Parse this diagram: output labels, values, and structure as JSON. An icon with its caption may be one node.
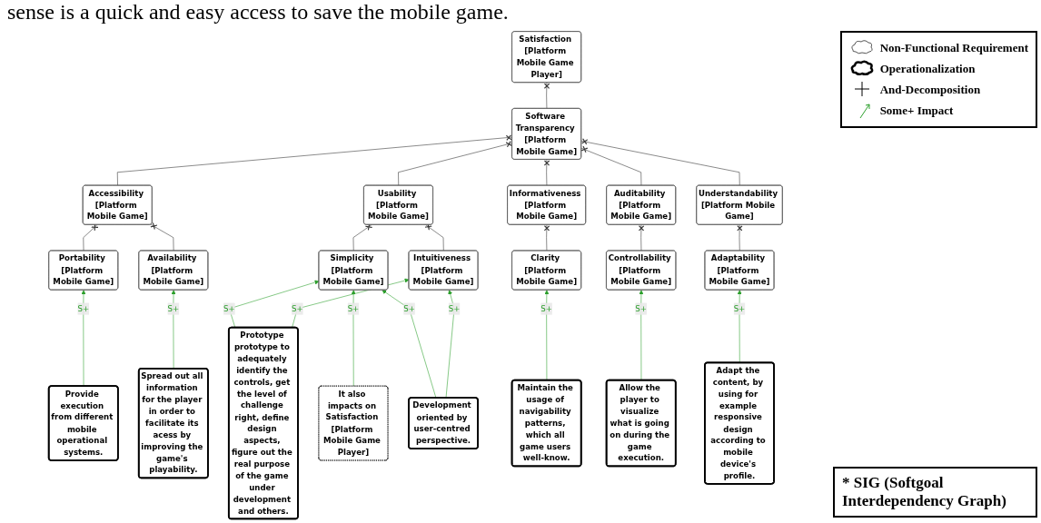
{
  "diagram": {
    "caption": "* SIG (Softgoal Interdependency Graph)",
    "nodes": [
      {
        "text": [
          "Satisfaction [Platform Mobile Game Player]"
        ]
      },
      {
        "text": [
          "Software Transparency [Platform Mobile Game]"
        ]
      },
      {
        "text": [
          "Accessibility [Platform Mobile Game]"
        ]
      },
      {
        "text": [
          "Usability [Platform Mobile Game]"
        ]
      },
      {
        "text": [
          "Informativeness [Platform Mobile Game]"
        ]
      },
      {
        "text": [
          "Auditability [Platform Mobile Game]"
        ]
      },
      {
        "text": [
          "Portability [Platform Mobile Game]"
        ]
      },
      {
        "text": [
          "Availability [Platform Mobile Game]"
        ]
      },
      {
        "text": [
          "Simplicity [Platform Mobile Game]"
        ]
      },
      {
        "text": [
          "Intuitiveness [Platform Mobile Game]"
        ]
      },
      {
        "text": [
          "Understandability [Platform Mobile Game]"
        ]
      },
      {
        "text": [
          "Controllability [Platform Mobile Game]"
        ]
      },
      {
        "text": [
          "Clarity [Platform Mobile Game]"
        ]
      },
      {
        "text": [
          "Adaptability [Platform Mobile Game]"
        ]
      },
      {
        "text": [
          "Provide execution from different mobile operational systems."
        ]
      },
      {
        "text": [
          "Spread out all information for the player in order to facilitate its acess by improving the game's playability."
        ]
      },
      {
        "text": [
          "Prototype prototype to adequately identify the controls, get the level of challenge right, define design aspects, figure out the real purpose of the game under development and others."
        ]
      },
      {
        "text": [
          "Development oriented by user-centred perspective."
        ]
      },
      {
        "text": [
          "It also impacts on Satisfaction [Platform Mobile Game Player]"
        ]
      },
      {
        "text": [
          "Maintain the usage of navigability patterns, which all game users well-know."
        ]
      },
      {
        "text": [
          "Adapt the content, by using for example responsive design according to mobile device's profile."
        ]
      },
      {
        "text": [
          "Allow the player to visualize what is going on during the game execution."
        ]
      }
    ],
    "edges": [
      {
        "from": 1,
        "to": 0,
        "arrow": "other"
      },
      {
        "from": 2,
        "to": 1,
        "arrow": "other"
      },
      {
        "from": 3,
        "to": 1,
        "arrow": "other"
      },
      {
        "from": 4,
        "to": 1,
        "arrow": "other"
      },
      {
        "from": 5,
        "to": 1,
        "arrow": "other"
      },
      {
        "from": 10,
        "to": 1,
        "arrow": "other"
      },
      {
        "from": 6,
        "to": 2,
        "arrow": "other"
      },
      {
        "from": 7,
        "to": 2,
        "arrow": "other"
      },
      {
        "from": 8,
        "to": 3,
        "arrow": "other"
      },
      {
        "from": 9,
        "to": 3,
        "arrow": "other"
      },
      {
        "from": 12,
        "to": 4,
        "arrow": "other"
      },
      {
        "from": 13,
        "to": 10,
        "arrow": "other"
      },
      {
        "from": 11,
        "to": 5,
        "arrow": "other"
      },
      {
        "from": 14,
        "to": 6,
        "arrow": "to",
        "label": "S+",
        "color": "#2ca02c"
      },
      {
        "from": 15,
        "to": 7,
        "arrow": "to",
        "label": "S+",
        "color": "#2ca02c"
      },
      {
        "from": 16,
        "to": 8,
        "arrow": "to",
        "label": "S+",
        "color": "#2ca02c"
      },
      {
        "from": 17,
        "to": 8,
        "arrow": "to",
        "label": "S+",
        "color": "#2ca02c"
      },
      {
        "from": 18,
        "to": 8,
        "arrow": "to",
        "label": "S+",
        "color": "#2ca02c"
      },
      {
        "from": 16,
        "to": 9,
        "arrow": "to",
        "label": "S+",
        "color": "#2ca02c"
      },
      {
        "from": 17,
        "to": 9,
        "arrow": "to",
        "label": "S+",
        "color": "#2ca02c"
      },
      {
        "from": 19,
        "to": 12,
        "arrow": "to",
        "label": "S+",
        "color": "#2ca02c"
      },
      {
        "from": 20,
        "to": 13,
        "arrow": "to",
        "label": "S+",
        "color": "#2ca02c"
      },
      {
        "from": 21,
        "to": 11,
        "arrow": "to",
        "label": "S+",
        "color": "#2ca02c"
      }
    ],
    "labels": [
      "sense is a quick and easy access to save the mobile game."
    ],
    "legend": [
      {
        "text": "Non-Functional Requirement"
      },
      {
        "text": "Operationalization"
      },
      {
        "text": "And-Decomposition"
      },
      {
        "text": "Some+ Impact"
      }
    ]
  }
}
